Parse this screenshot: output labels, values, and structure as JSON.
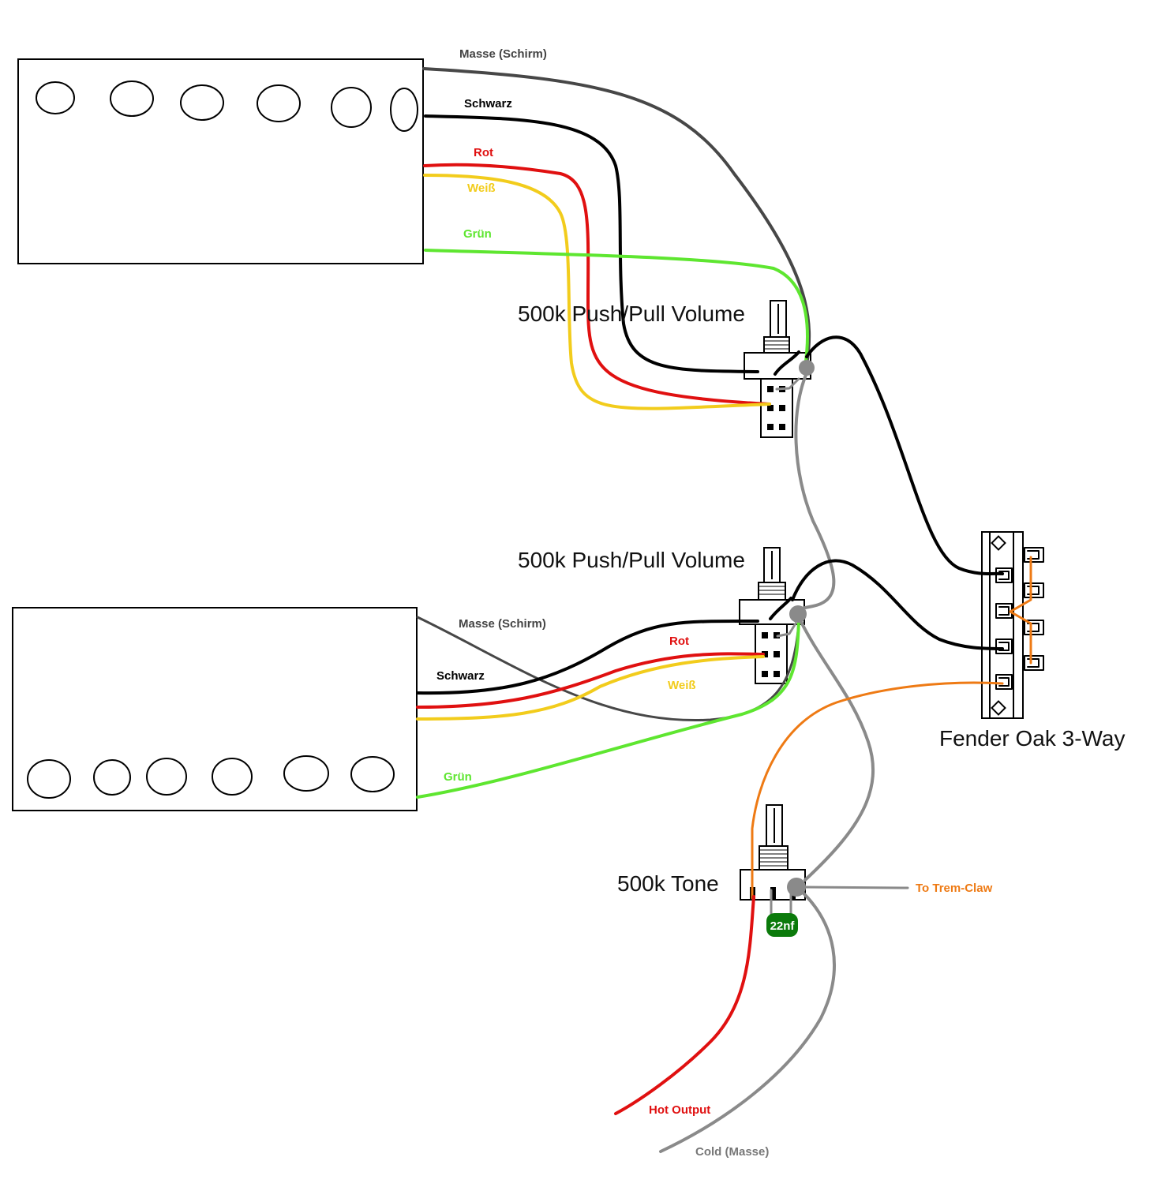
{
  "colors": {
    "black": "#000000",
    "dark_gray": "#474747",
    "gray": "#8a8a8a",
    "red": "#e01010",
    "yellow": "#f2cc1c",
    "green": "#5ee630",
    "orange": "#ee7a14",
    "cap_green": "#0b7a0b",
    "label_dark": "#444444",
    "label_gray": "#777777"
  },
  "pickup_neck": {
    "wires": {
      "masse": "Masse (Schirm)",
      "schwarz": "Schwarz",
      "rot": "Rot",
      "weiss": "Weiß",
      "gruen": "Grün"
    }
  },
  "pickup_bridge": {
    "wires": {
      "masse": "Masse  (Schirm)",
      "schwarz": "Schwarz",
      "rot": "Rot",
      "weiss": "Weiß",
      "gruen": "Grün"
    }
  },
  "pot_volume_1": {
    "label": "500k Push/Pull Volume"
  },
  "pot_volume_2": {
    "label": "500k Push/Pull Volume"
  },
  "pot_tone": {
    "label": "500k Tone"
  },
  "capacitor": {
    "label": "22nf"
  },
  "switch": {
    "label": "Fender Oak 3-Way"
  },
  "outputs": {
    "hot": "Hot Output",
    "cold": "Cold (Masse)",
    "trem": "To Trem-Claw"
  }
}
